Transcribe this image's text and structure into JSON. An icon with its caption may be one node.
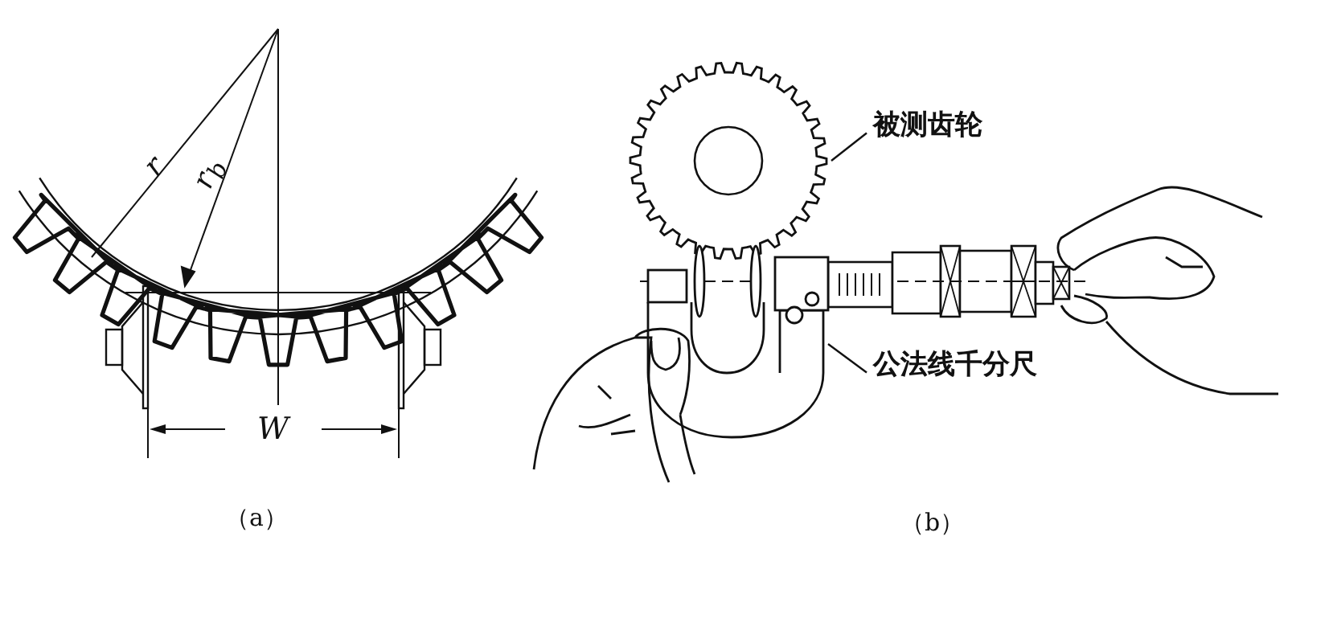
{
  "diagram": {
    "nodes": [
      {
        "text": [
          "被测齿轮"
        ]
      },
      {
        "text": [],
        "shape": "picture"
      },
      {
        "text": [
          "公法线千分尺"
        ]
      },
      {
        "text": [],
        "shape": "picture"
      }
    ],
    "edges": [
      {
        "from": 0,
        "to": 1,
        "arrow": "none"
      },
      {
        "from": 2,
        "to": 3,
        "arrow": "none"
      }
    ],
    "labels": [
      "r",
      "r$_{b}$",
      "W",
      "（a）",
      "（b）"
    ]
  }
}
